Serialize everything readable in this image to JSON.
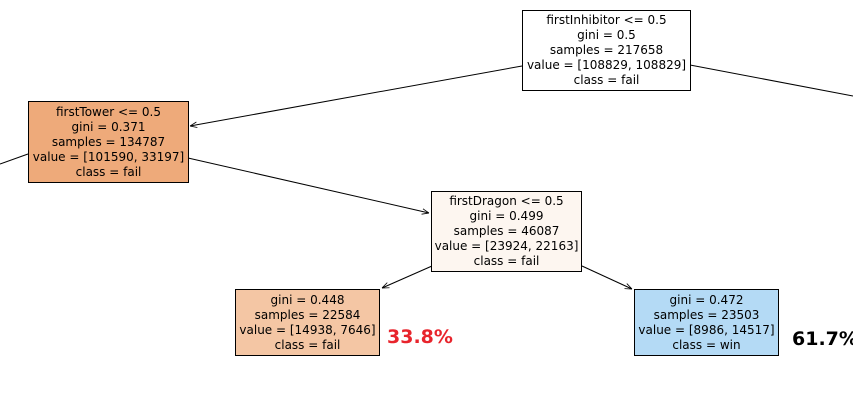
{
  "tree": {
    "root": {
      "split": "firstInhibitor <= 0.5",
      "gini": "gini = 0.5",
      "samples": "samples = 217658",
      "value": "value = [108829, 108829]",
      "class": "class = fail",
      "fill": "#ffffff"
    },
    "left": {
      "split": "firstTower <= 0.5",
      "gini": "gini = 0.371",
      "samples": "samples = 134787",
      "value": "value = [101590, 33197]",
      "class": "class = fail",
      "fill": "#eeaa7a"
    },
    "mid": {
      "split": "firstDragon <= 0.5",
      "gini": "gini = 0.499",
      "samples": "samples = 46087",
      "value": "value = [23924, 22163]",
      "class": "class = fail",
      "fill": "#fdf6f0"
    },
    "leaf_fail": {
      "gini": "gini = 0.448",
      "samples": "samples = 22584",
      "value": "value = [14938, 7646]",
      "class": "class = fail",
      "fill": "#f4c6a4"
    },
    "leaf_win": {
      "gini": "gini = 0.472",
      "samples": "samples = 23503",
      "value": "value = [8986, 14517]",
      "class": "class = win",
      "fill": "#b4daf5"
    }
  },
  "annotations": {
    "fail_pct": "33.8%",
    "fail_pct_color": "#e8242c",
    "win_pct": "61.7%",
    "win_pct_color": "#000000"
  }
}
